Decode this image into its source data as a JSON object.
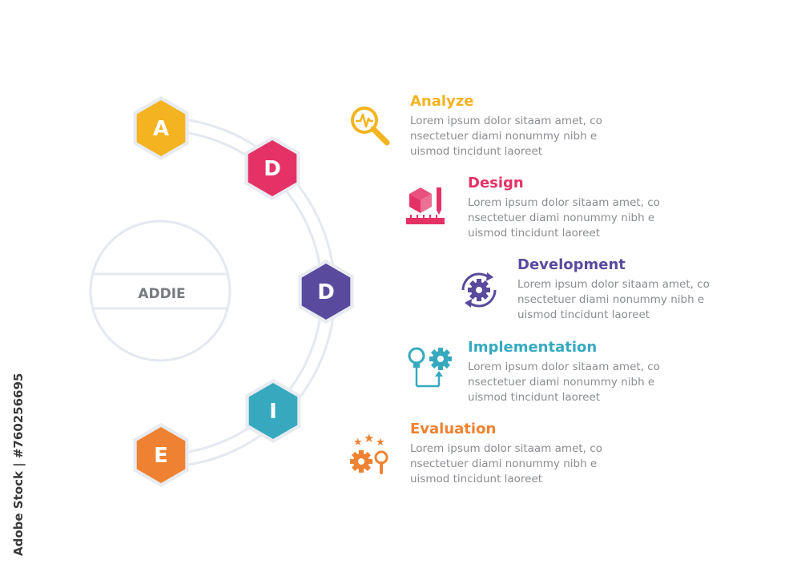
{
  "center": {
    "label": "ADDIE"
  },
  "steps": [
    {
      "letter": "A",
      "title": "Analyze",
      "color": "#f4b320",
      "icon": "magnifier-pulse-icon",
      "lines": [
        "Lorem ipsum dolor sitaam amet, co",
        "nsectetuer diami nonummy  nibh e",
        "uismod tincidunt laoreet"
      ]
    },
    {
      "letter": "D",
      "title": "Design",
      "color": "#e43266",
      "icon": "cube-ruler-pencil-icon",
      "lines": [
        "Lorem ipsum dolor sitaam amet, co",
        "nsectetuer diami nonummy  nibh e",
        "uismod tincidunt laoreet"
      ]
    },
    {
      "letter": "D",
      "title": "Development",
      "color": "#5a4a9e",
      "icon": "gear-cycle-icon",
      "lines": [
        "Lorem ipsum dolor sitaam amet, co",
        "nsectetuer diami nonummy  nibh e",
        "uismod tincidunt laoreet"
      ]
    },
    {
      "letter": "I",
      "title": "Implementation",
      "color": "#36a9bf",
      "icon": "bulb-gear-icon",
      "lines": [
        "Lorem ipsum dolor sitaam amet, co",
        "nsectetuer diami nonummy  nibh e",
        "uismod tincidunt laoreet"
      ]
    },
    {
      "letter": "E",
      "title": "Evaluation",
      "color": "#ef8232",
      "icon": "stars-gear-magnifier-icon",
      "lines": [
        "Lorem ipsum dolor sitaam amet, co",
        "nsectetuer diami nonummy  nibh e",
        "uismod tincidunt laoreet"
      ]
    }
  ],
  "credit": "Adobe Stock | #760256695"
}
